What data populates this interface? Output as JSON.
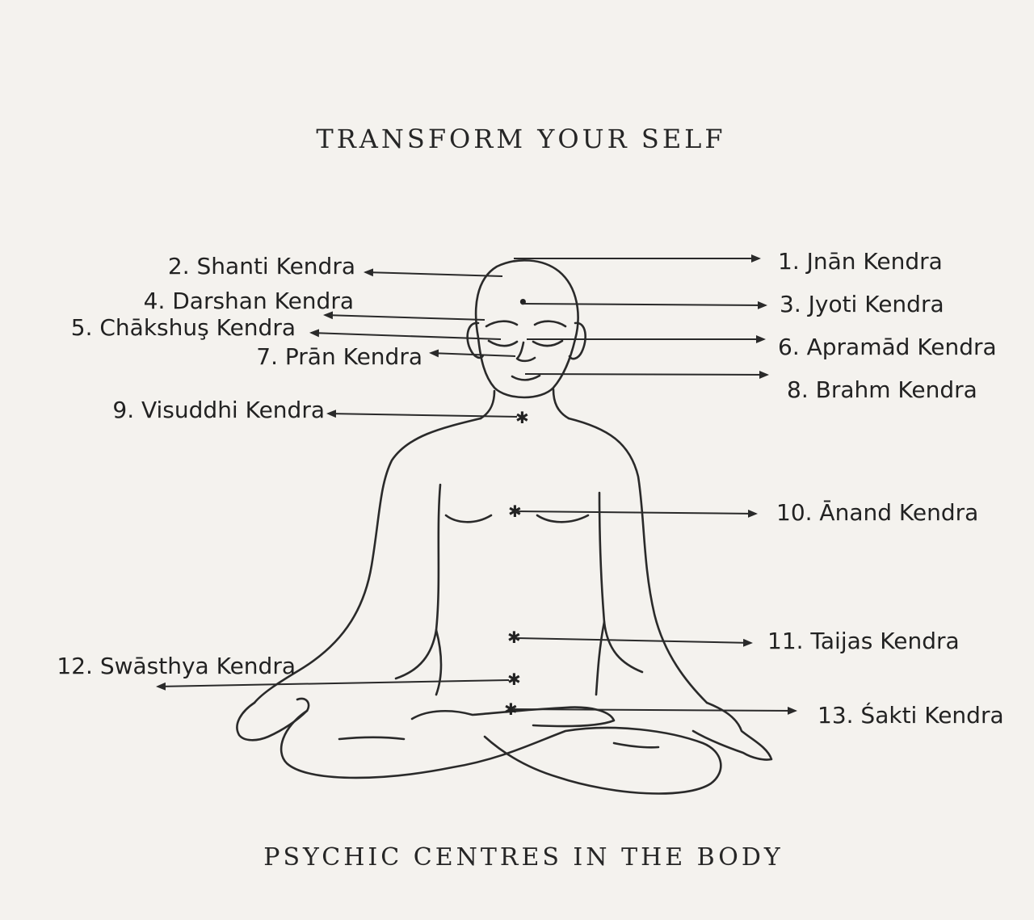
{
  "header": {
    "title": "TRANSFORM YOUR SELF"
  },
  "footer": {
    "caption": "PSYCHIC CENTRES IN THE BODY"
  },
  "centres_right": [
    {
      "label": "1. Jnān Kendra"
    },
    {
      "label": "3. Jyoti Kendra"
    },
    {
      "label": "6. Apramād Kendra"
    },
    {
      "label": "8. Brahm Kendra"
    },
    {
      "label": "10. Ānand Kendra"
    },
    {
      "label": "11. Taijas Kendra"
    },
    {
      "label": "13. Śakti Kendra"
    }
  ],
  "centres_left": [
    {
      "label": "2. Shanti Kendra"
    },
    {
      "label": "4. Darshan Kendra"
    },
    {
      "label": "5. Chākshuş Kendra"
    },
    {
      "label": "7. Prān Kendra"
    },
    {
      "label": "9. Visuddhi Kendra"
    },
    {
      "label": "12. Swāsthya Kendra"
    }
  ],
  "colors": {
    "paper": "#f4f2ee",
    "ink": "#2a2a2a"
  }
}
